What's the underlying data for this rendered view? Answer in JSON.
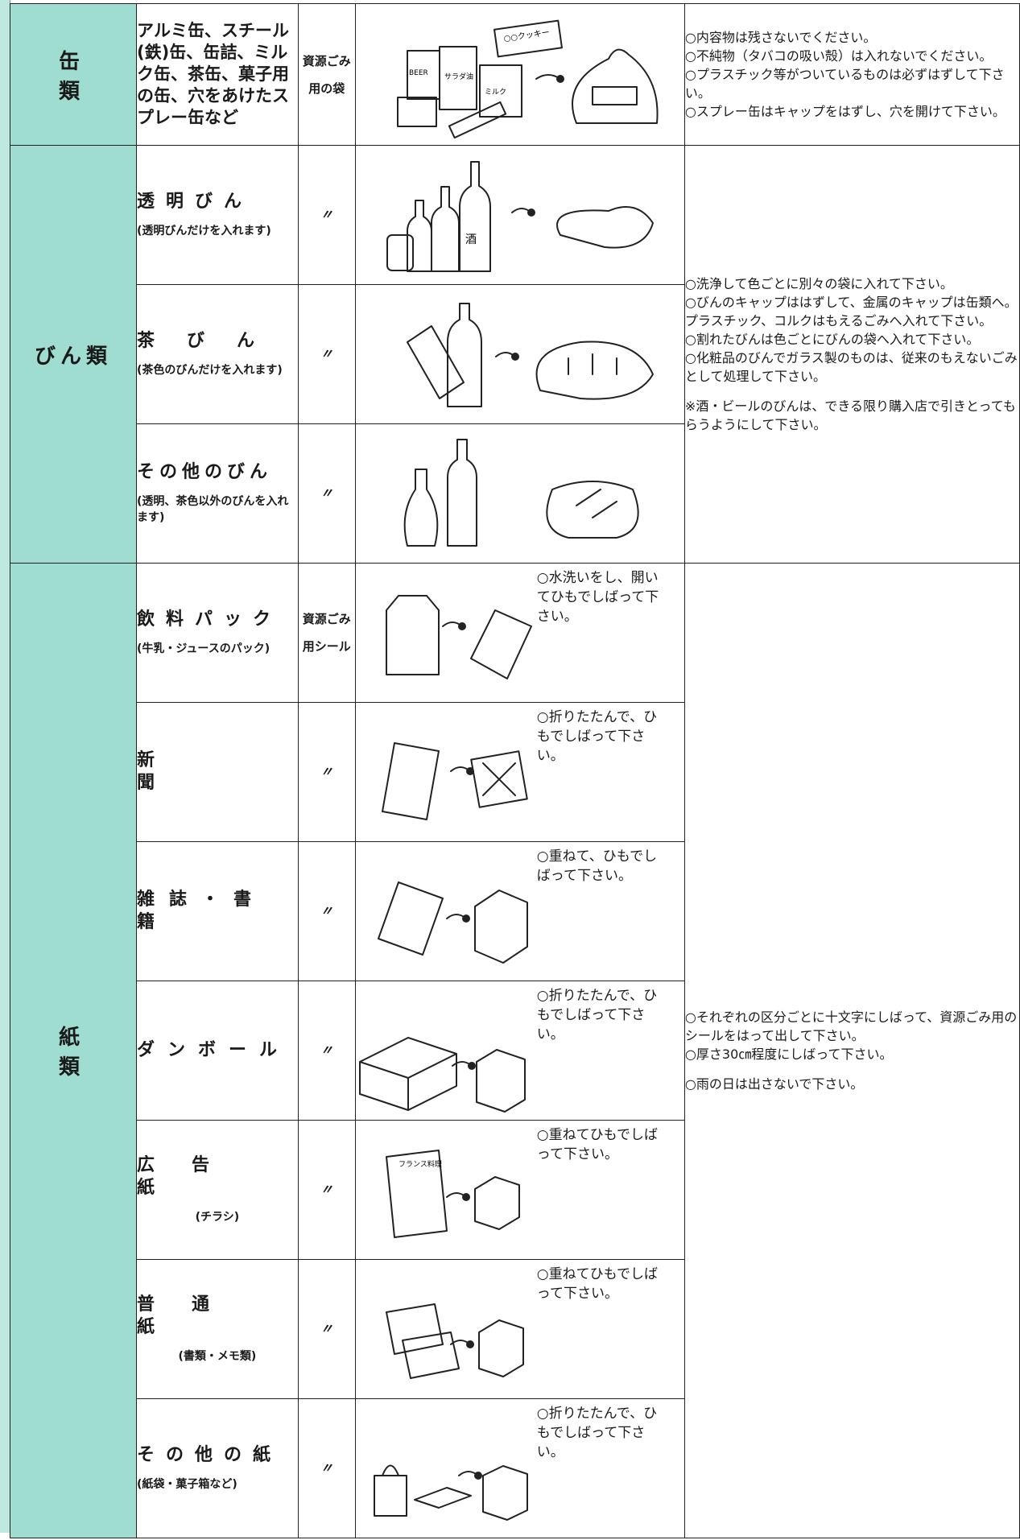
{
  "rows": {
    "cans": {
      "category": "缶類",
      "item": "アルミ缶、スチール(鉄)缶、缶詰、ミルク缶、茶缶、菓子用の缶、穴をあけたスプレー缶など",
      "method": "資源ごみ用の袋",
      "notes": [
        "○内容物は残さないでください。",
        "○不純物（タバコの吸い殻）は入れないでください。",
        "○プラスチック等がついているものは必ずはずして下さい。",
        "○スプレー缶はキャップをはずし、穴を開けて下さい。"
      ]
    },
    "bottles": {
      "category": "びん類",
      "items": [
        {
          "name": "透明びん",
          "sub": "(透明びんだけを入れます)"
        },
        {
          "name": "茶びん",
          "sub": "(茶色のびんだけを入れます)"
        },
        {
          "name": "その他のびん",
          "sub": "(透明、茶色以外のびんを入れます)"
        }
      ],
      "ditto": "〃",
      "notes": [
        "○洗浄して色ごとに別々の袋に入れて下さい。",
        "○びんのキャップははずして、金属のキャップは缶類へ。プラスチック、コルクはもえるごみへ入れて下さい。",
        "○割れたびんは色ごとにびんの袋へ入れて下さい。",
        "○化粧品のびんでガラス製のものは、従来のもえないごみとして処理して下さい。",
        "※酒・ビールのびんは、できる限り購入店で引きとってもらうようにして下さい。"
      ]
    },
    "paper": {
      "category": "紙類",
      "method": "資源ごみ用シール",
      "ditto": "〃",
      "items": [
        {
          "name": "飲料パック",
          "sub": "(牛乳・ジュースのパック)",
          "note": "○水洗いをし、開いてひもでしばって下さい。"
        },
        {
          "name": "新聞",
          "sub": "",
          "note": "○折りたたんで、ひもでしばって下さい。"
        },
        {
          "name": "雑誌・書籍",
          "sub": "",
          "note": "○重ねて、ひもでしばって下さい。"
        },
        {
          "name": "ダンボール",
          "sub": "",
          "note": "○折りたたんで、ひもでしばって下さい。"
        },
        {
          "name": "広告紙",
          "sub": "(チラシ)",
          "note": "○重ねてひもでしばって下さい。"
        },
        {
          "name": "普通紙",
          "sub": "(書類・メモ類)",
          "note": "○重ねてひもでしばって下さい。"
        },
        {
          "name": "その他の紙",
          "sub": "(紙袋・菓子箱など)",
          "note": "○折りたたんで、ひもでしばって下さい。"
        }
      ],
      "notes": [
        "○それぞれの区分ごとに十文字にしばって、資源ごみ用のシールをはって出して下さい。",
        "○厚さ30㎝程度にしばって下さい。",
        "○雨の日は出さないで下さい。"
      ]
    }
  },
  "illustration_labels": {
    "can_cookie": "○○クッキー",
    "can_beer": "BEER",
    "can_oil": "サラダ油",
    "can_milk": "ミルク",
    "bottle_sake": "酒",
    "ad_flyer": "フランス料理"
  }
}
